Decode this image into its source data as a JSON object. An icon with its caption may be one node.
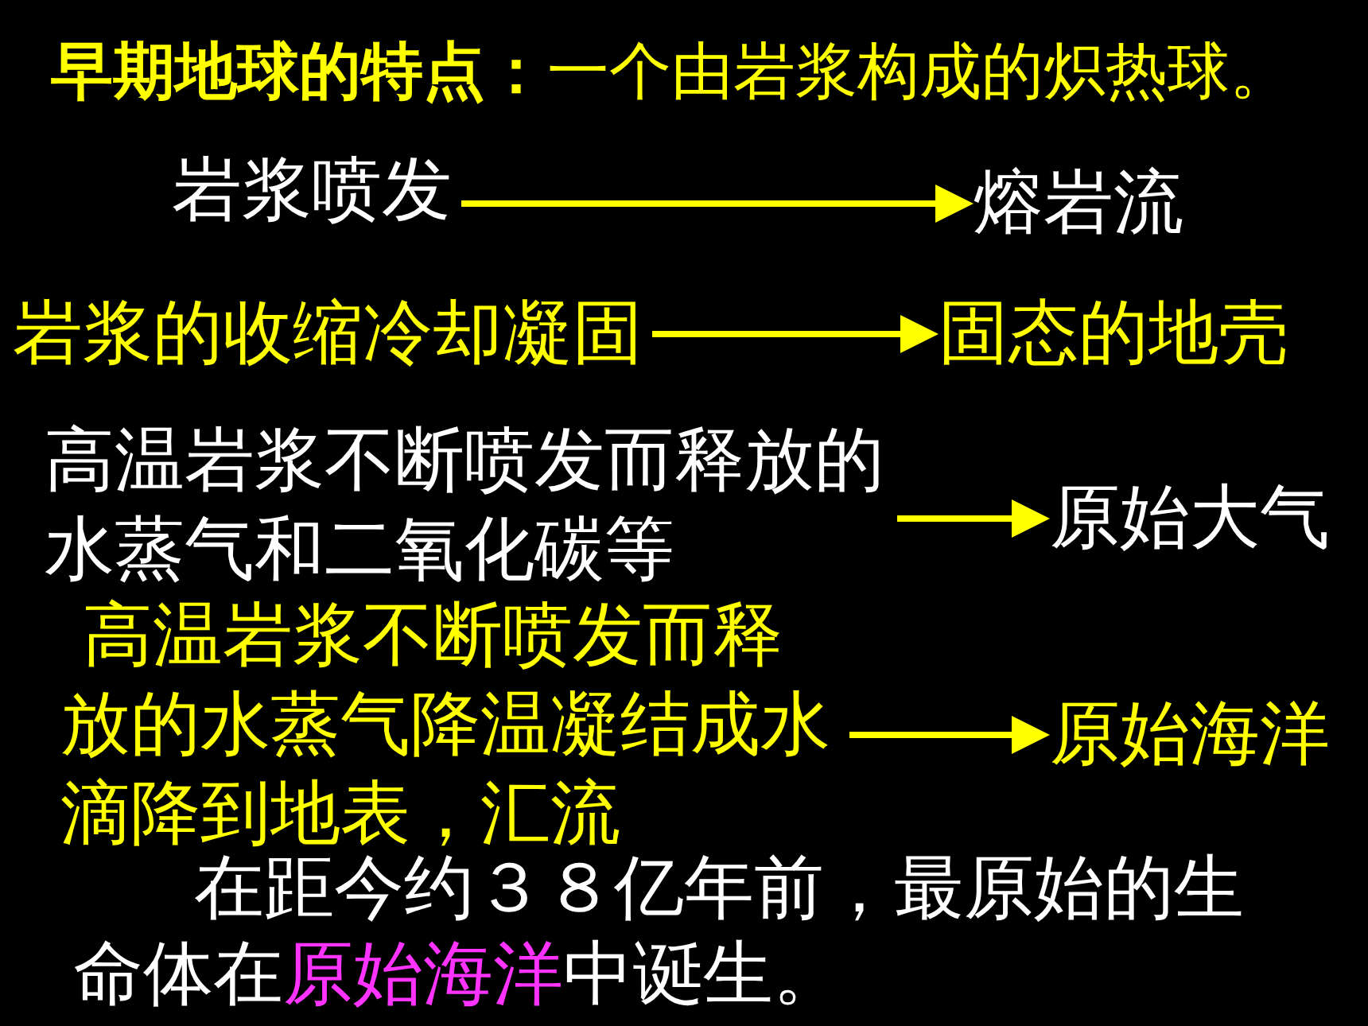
{
  "diagram": {
    "title": "**早期地球的特点：**一个由岩浆构成的炽热球。",
    "nodes": [
      {
        "text": [
          "岩浆喷发"
        ]
      },
      {
        "text": [
          "熔岩流"
        ]
      },
      {
        "text": [
          "岩浆的收缩冷却凝固"
        ]
      },
      {
        "text": [
          "固态的地壳"
        ]
      },
      {
        "text": [
          "高温岩浆不断喷发而释放的水蒸气和二氧化碳等"
        ]
      },
      {
        "text": [
          "原始大气"
        ]
      },
      {
        "text": [
          "高温岩浆不断喷发而释放的水蒸气降温凝结成水滴降到地表，汇流"
        ]
      },
      {
        "text": [
          "原始海洋"
        ]
      }
    ],
    "edges": [
      {
        "from": 0,
        "to": 1,
        "arrow": "to"
      },
      {
        "from": 2,
        "to": 3,
        "arrow": "to"
      },
      {
        "from": 4,
        "to": 5,
        "arrow": "to"
      },
      {
        "from": 6,
        "to": 7,
        "arrow": "to"
      }
    ],
    "labels": [
      "在距今约３８亿年前，最原始的生命体在",
      "原始海洋",
      "中诞生。"
    ]
  }
}
